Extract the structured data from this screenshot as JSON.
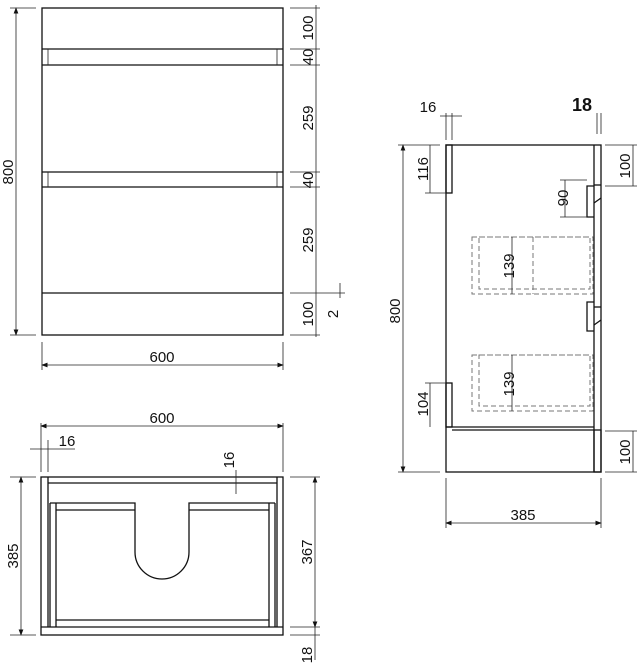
{
  "front_view": {
    "width": "600",
    "height": "800",
    "right_dims": [
      "100",
      "40",
      "259",
      "40",
      "259",
      "100"
    ],
    "gap": "2"
  },
  "side_view": {
    "height": "800",
    "depth": "385",
    "panel_thickness": "16",
    "back_thickness": "18",
    "top_strip": "116",
    "bottom_strip": "104",
    "rail": "90",
    "drawer_upper": "139",
    "drawer_lower": "139",
    "top_right": "100",
    "plinth_right": "100"
  },
  "plan_view": {
    "width": "600",
    "side_thickness": "16",
    "front_thickness": "16",
    "depth": "385",
    "inner_depth": "367",
    "back_thickness": "18"
  }
}
